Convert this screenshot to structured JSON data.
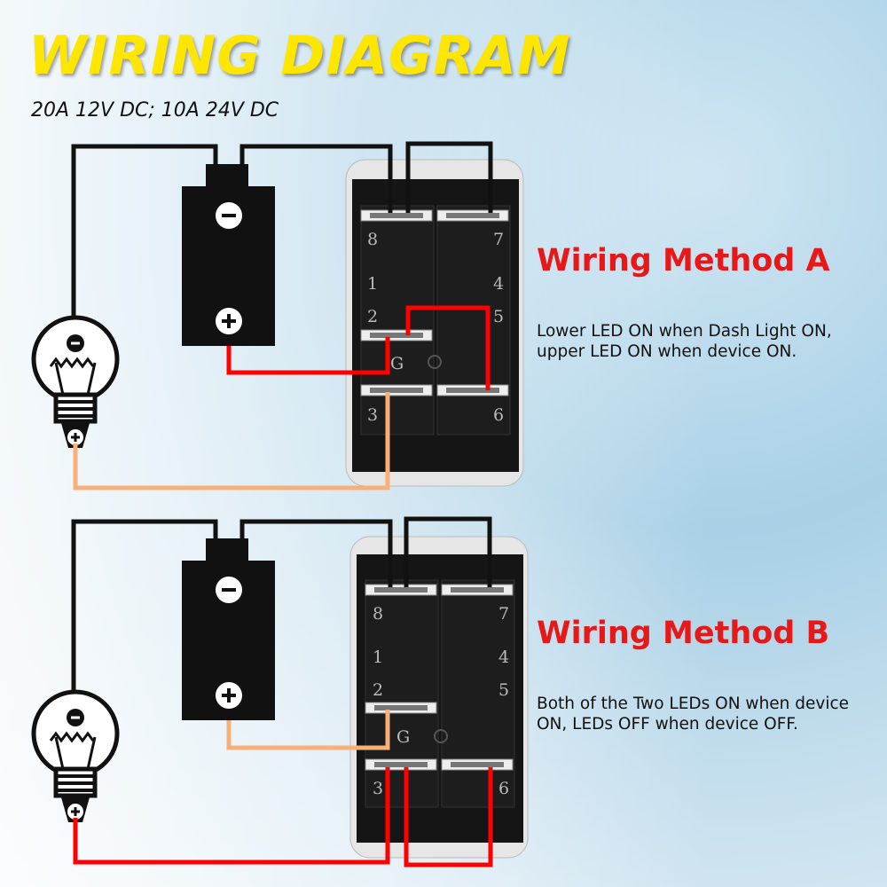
{
  "title": "WIRING DIAGRAM",
  "subtitle": "20A 12V DC; 10A 24V DC",
  "methods": [
    {
      "heading": "Wiring Method A",
      "description": "Lower LED ON when Dash Light ON, upper LED ON when device ON."
    },
    {
      "heading": "Wiring Method B",
      "description": "Both of the Two LEDs ON when device ON, LEDs OFF when device OFF."
    }
  ],
  "pins": {
    "p8": "8",
    "p7": "7",
    "p1": "1",
    "p4": "4",
    "p2": "2",
    "p5": "5",
    "pg": "G",
    "p3": "3",
    "p6": "6"
  },
  "battery": {
    "minus": "−",
    "plus": "+"
  },
  "colors": {
    "title": "#ffe600",
    "heading": "#e81818",
    "red_wire": "#ff0000",
    "orange_wire": "#f7b07a",
    "black_wire": "#111111"
  }
}
